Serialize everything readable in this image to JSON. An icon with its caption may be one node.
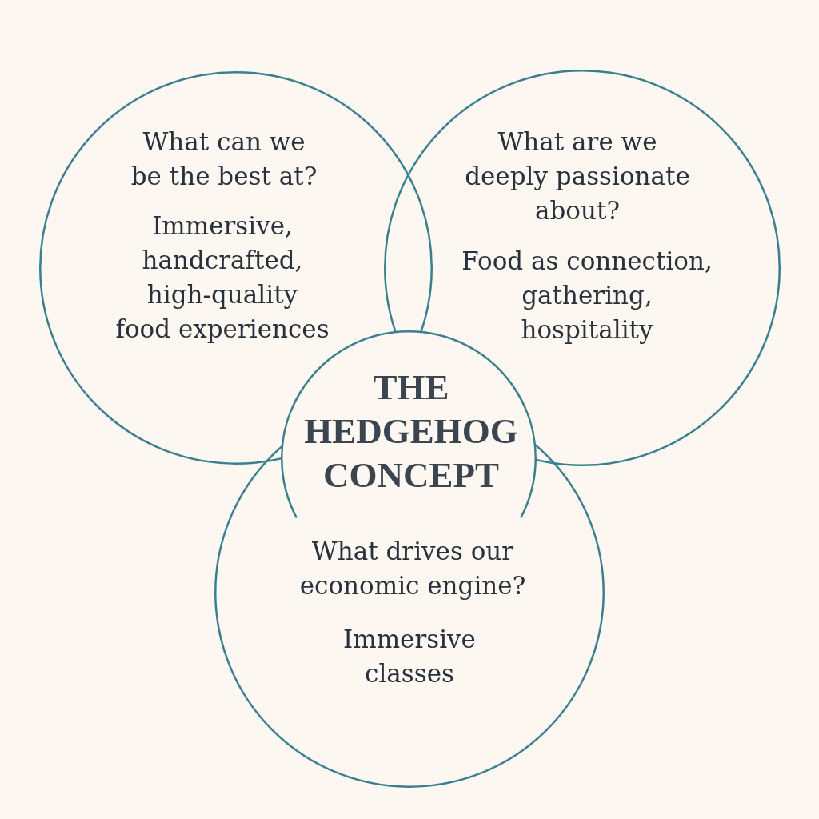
{
  "diagram": {
    "nodes": [
      {
        "text": [
          "What can we be the best at?",
          "Immersive, handcrafted, high-quality food experiences"
        ]
      },
      {
        "text": [
          "What are we deeply passionate about?",
          "Food as connection, gathering, hospitality"
        ]
      },
      {
        "text": [
          "What drives our economic engine?",
          "Immersive classes"
        ]
      },
      {
        "text": [
          "THE HEDGEHOG CONCEPT"
        ]
      }
    ]
  }
}
